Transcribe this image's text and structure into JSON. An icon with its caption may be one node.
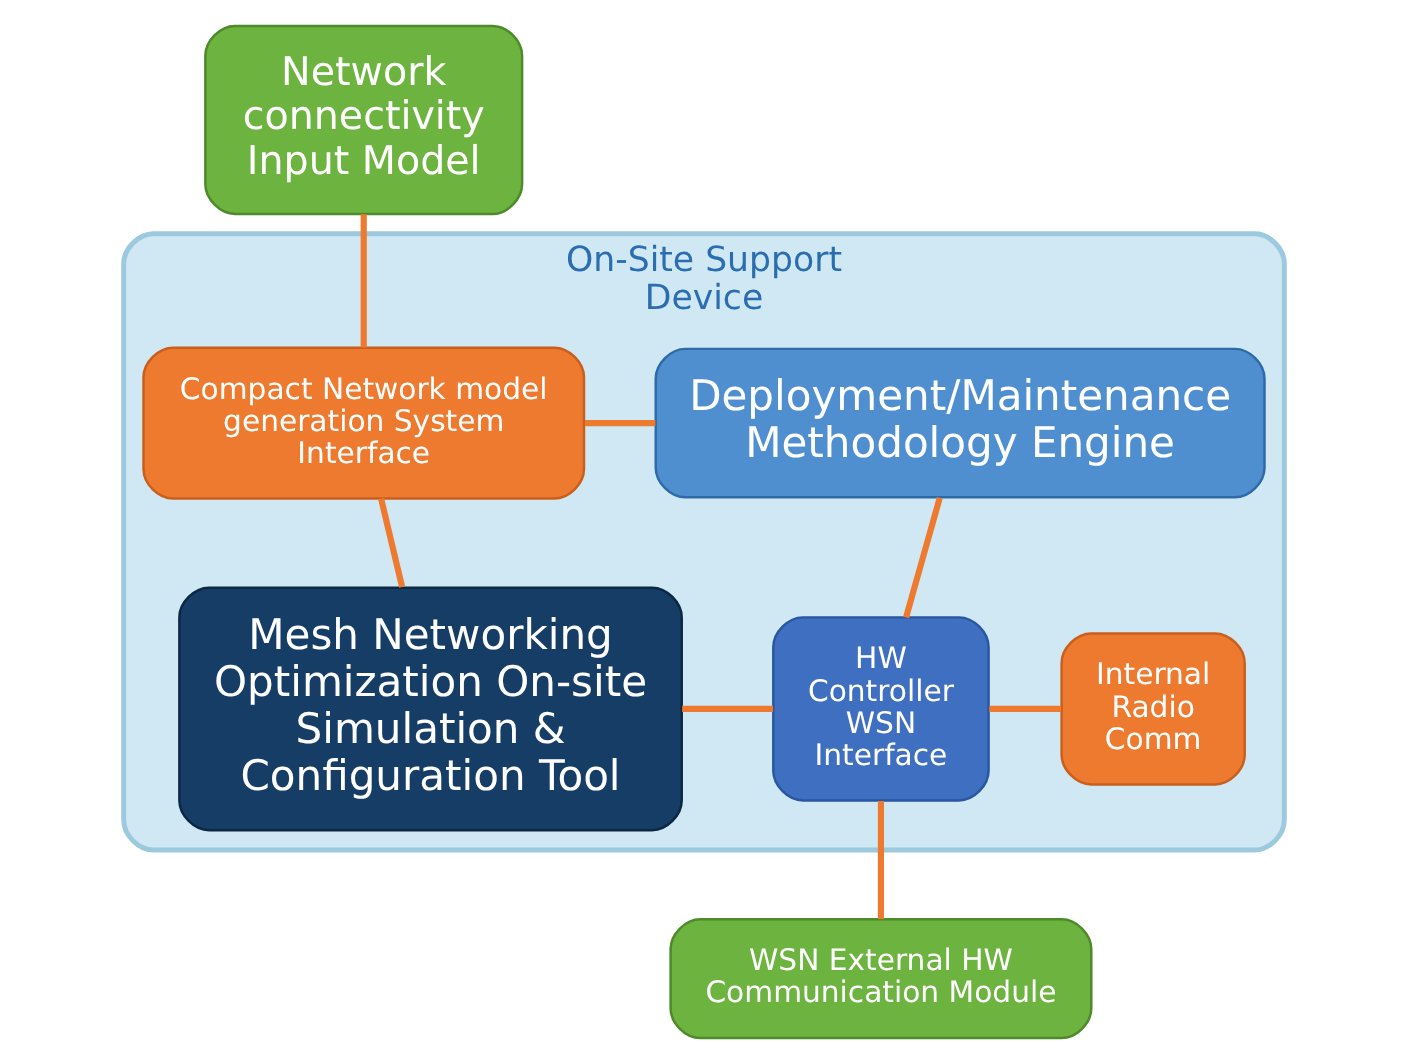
{
  "diagram": {
    "nodes": [
      {
        "text": [
          "Network connectivity Input Model"
        ]
      },
      {
        "text": [
          "On-Site Support Device"
        ]
      },
      {
        "text": [
          "Compact Network model generation System Interface"
        ],
        "in": 1
      },
      {
        "text": [
          "Deployment/Maintenance Methodology Engine"
        ],
        "in": 1
      },
      {
        "text": [
          "Mesh Networking Optimization On-site Simulation & Configuration Tool"
        ],
        "in": 1
      },
      {
        "text": [
          "HW Controller WSN Interface"
        ],
        "in": 1
      },
      {
        "text": [
          "Internal Radio Comm"
        ],
        "in": 1
      },
      {
        "text": [
          "WSN External HW Communication Module"
        ]
      }
    ],
    "edges": [
      {
        "from": 0,
        "to": 2,
        "arrow": "none"
      },
      {
        "from": 2,
        "to": 3,
        "arrow": "none"
      },
      {
        "from": 2,
        "to": 4,
        "arrow": "none"
      },
      {
        "from": 3,
        "to": 5,
        "arrow": "none"
      },
      {
        "from": 4,
        "to": 5,
        "arrow": "none"
      },
      {
        "from": 5,
        "to": 6,
        "arrow": "none"
      },
      {
        "from": 5,
        "to": 7,
        "arrow": "none"
      }
    ]
  }
}
